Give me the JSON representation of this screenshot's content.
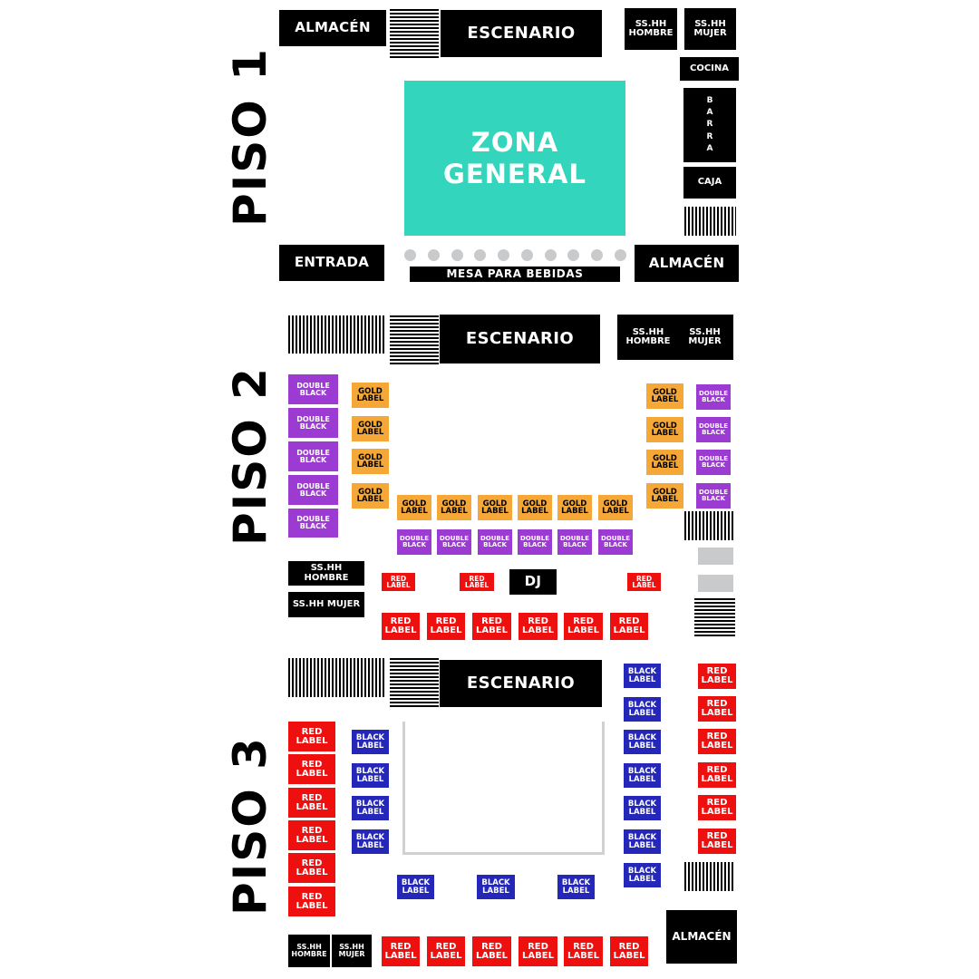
{
  "floors": {
    "f1": "PISO 1",
    "f2": "PISO 2",
    "f3": "PISO 3"
  },
  "piso1": {
    "almacen_left": "ALMACÉN",
    "escenario": "ESCENARIO",
    "sshh_hombre": "SS.HH HOMBRE",
    "sshh_mujer": "SS.HH MUJER",
    "cocina": "COCINA",
    "barra": "B A R R A",
    "caja": "CAJA",
    "zona_general": "ZONA GENERAL",
    "entrada": "ENTRADA",
    "mesa_bebidas": "MESA PARA BEBIDAS",
    "almacen_right": "ALMACÉN"
  },
  "piso2": {
    "escenario": "ESCENARIO",
    "sshh_hombre_top": "SS.HH HOMBRE",
    "sshh_mujer_top": "SS.HH MUJER",
    "double_black": "DOUBLE BLACK",
    "gold_label": "GOLD LABEL",
    "red_label": "RED LABEL",
    "dj": "DJ",
    "sshh_hombre": "SS.HH HOMBRE",
    "sshh_mujer": "SS.HH MUJER"
  },
  "piso3": {
    "escenario": "ESCENARIO",
    "red_label": "RED LABEL",
    "black_label": "BLACK LABEL",
    "almacen": "ALMACÉN",
    "sshh_hombre": "SS.HH HOMBRE",
    "sshh_mujer": "SS.HH MUJER"
  },
  "colors": {
    "zona_general": "#33d6bc",
    "gold": "#f5a838",
    "double_black": "#9b3bd1",
    "red_label": "#ee0f0f",
    "black_label": "#2427b8",
    "blocks": "#000000",
    "grey": "#c8cacc"
  }
}
